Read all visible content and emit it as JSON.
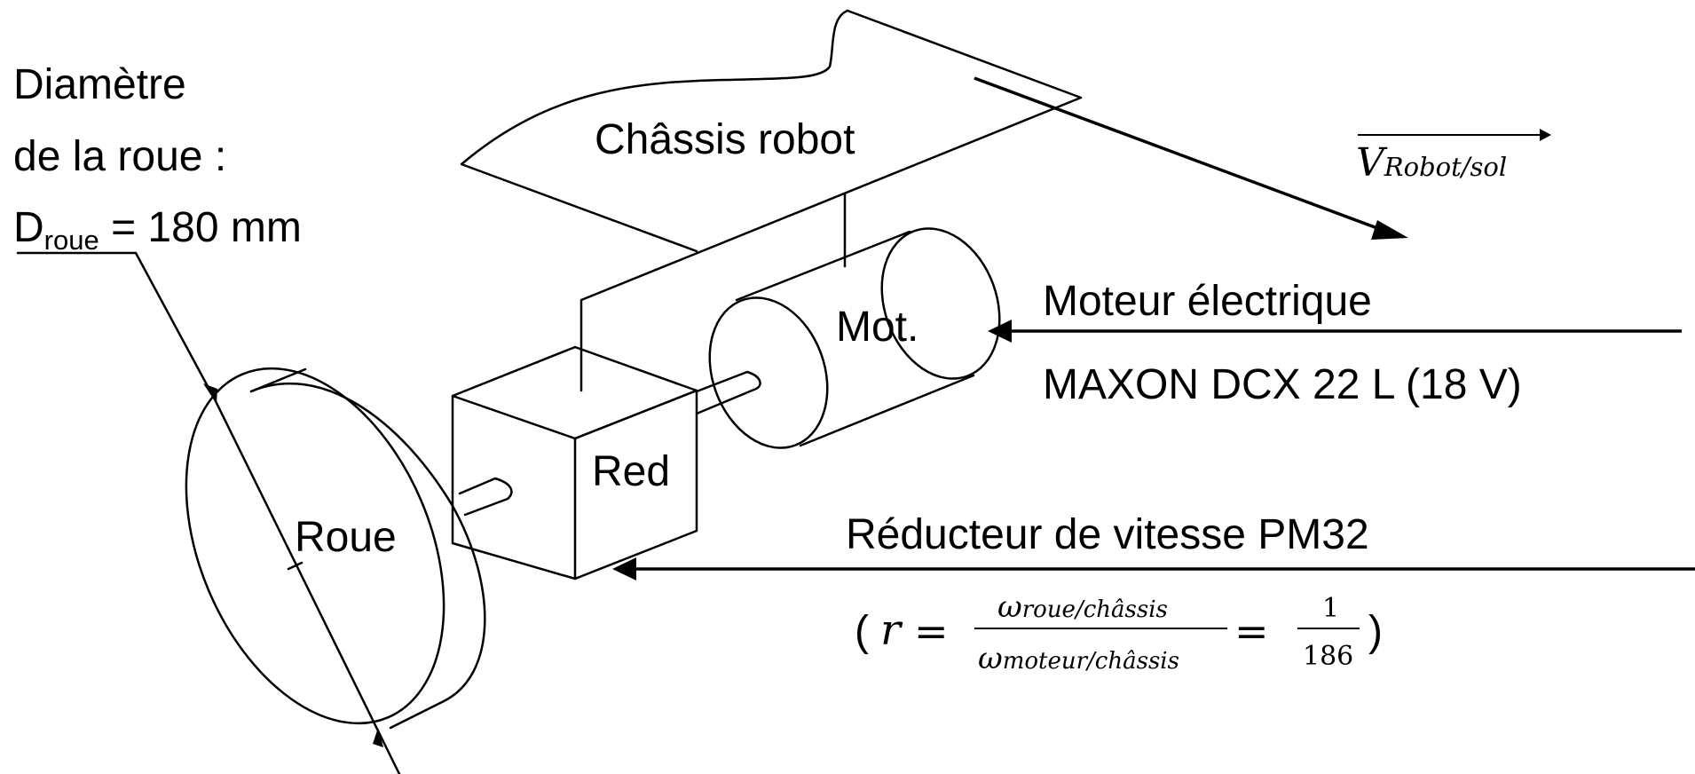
{
  "labels": {
    "diameter_line1": "Diamètre",
    "diameter_line2": "de la roue :",
    "diameter_symbol": "D",
    "diameter_subscript": "roue",
    "diameter_value": "= 180 mm",
    "chassis": "Châssis robot",
    "velocity_symbol": "V",
    "velocity_subscript": "Robot/sol",
    "motor_short": "Mot.",
    "motor_title": "Moteur électrique",
    "motor_model": "MAXON DCX 22 L (18 V)",
    "reducer_short": "Red",
    "reducer_title": "Réducteur de vitesse PM32",
    "wheel": "Roue"
  },
  "formula": {
    "open": "(",
    "r": "r",
    "equals1": "=",
    "numerator": "ω",
    "numerator_sub": "roue/châssis",
    "denominator": "ω",
    "denominator_sub": "moteur/châssis",
    "equals2": "=",
    "ratio_num": "1",
    "ratio_den": "186",
    "close": ")"
  }
}
